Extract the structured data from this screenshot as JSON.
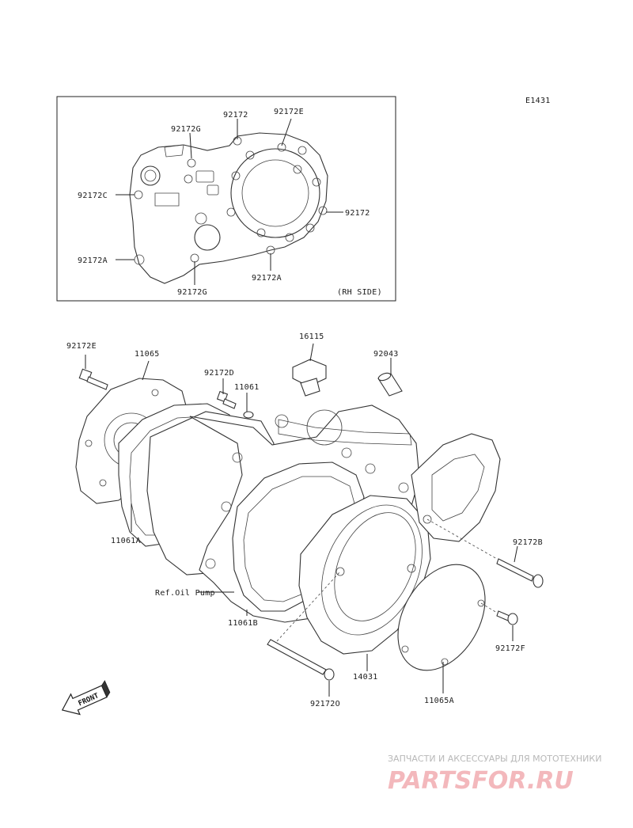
{
  "diagram_id": "E1431",
  "inset": {
    "side_note": "(RH SIDE)",
    "labels": {
      "p92172_top": "92172",
      "p92172E_top": "92172E",
      "p92172G_top": "92172G",
      "p92172C": "92172C",
      "p92172_right": "92172",
      "p92172A_left": "92172A",
      "p92172A_bottom": "92172A",
      "p92172G_bottom": "92172G"
    }
  },
  "main": {
    "labels": {
      "p92172E": "92172E",
      "p11065": "11065",
      "p92172D": "92172D",
      "p11061": "11061",
      "p16115": "16115",
      "p92043": "92043",
      "p11061A": "11061A",
      "ref_oil_pump": "Ref.Oil Pump",
      "p11061B": "11061B",
      "p92172B": "92172B",
      "p92172F": "92172F",
      "p14031": "14031",
      "p11065A": "11065A",
      "p92172O": "92172O"
    },
    "front_arrow": "FRONT"
  },
  "watermark": {
    "tagline": "ЗАПЧАСТИ И АКСЕССУАРЫ ДЛЯ МОТОТЕХНИКИ",
    "brand": "PARTSFOR.RU"
  }
}
